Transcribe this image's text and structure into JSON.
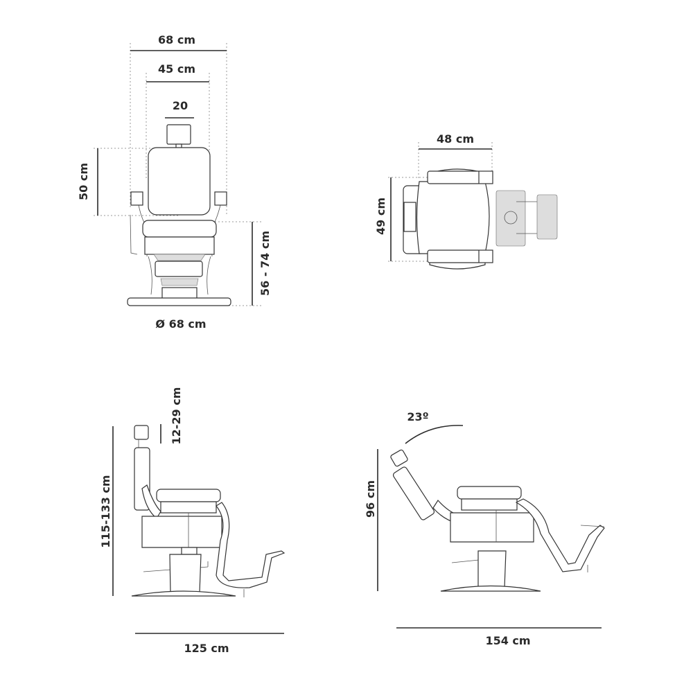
{
  "front_view": {
    "overall_width": "68 cm",
    "backrest_width": "45 cm",
    "headrest_width": "20",
    "backrest_height": "50 cm",
    "seat_height": "56 - 74 cm",
    "base_diameter": "Ø 68 cm"
  },
  "top_view": {
    "seat_width": "48 cm",
    "seat_depth": "49 cm"
  },
  "side_view": {
    "total_height": "115-133 cm",
    "headrest_adjust": "12-29 cm",
    "length": "125 cm"
  },
  "reclined_view": {
    "angle": "23º",
    "height": "96 cm",
    "length": "154 cm"
  }
}
